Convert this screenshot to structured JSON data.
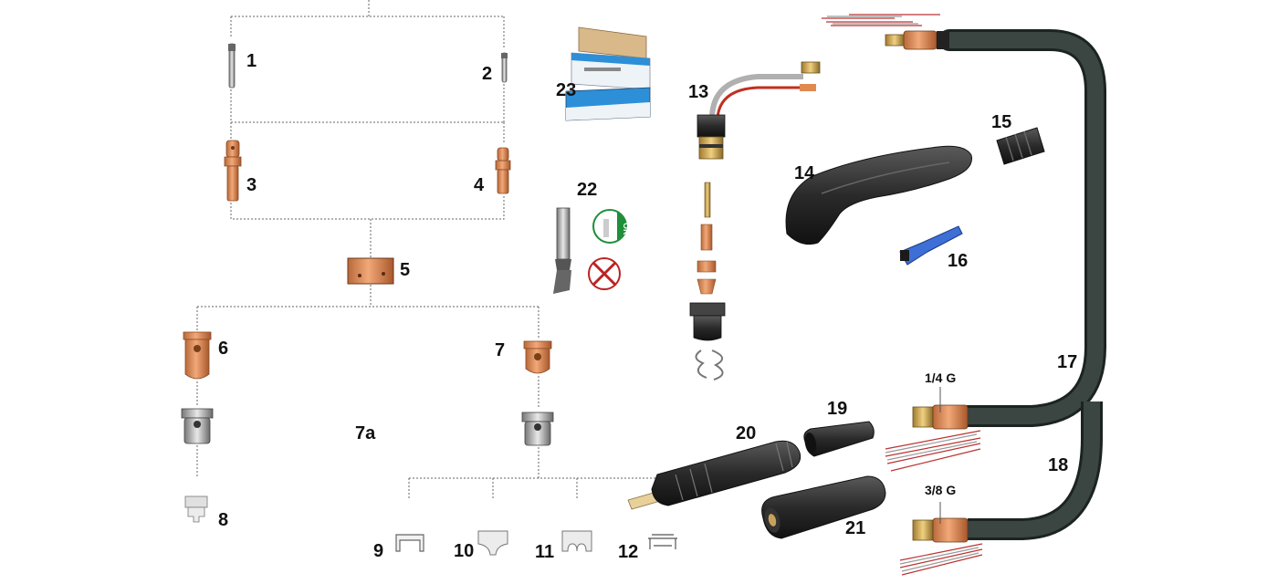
{
  "labels": {
    "p1": "1",
    "p2": "2",
    "p3": "3",
    "p4": "4",
    "p5": "5",
    "p6": "6",
    "p7": "7",
    "p7a": "7a",
    "p8": "8",
    "p9": "9",
    "p10": "10",
    "p11": "11",
    "p12": "12",
    "p13": "13",
    "p14": "14",
    "p15": "15",
    "p16": "16",
    "p17": "17",
    "p18": "18",
    "p19": "19",
    "p20": "20",
    "p21": "21",
    "p22": "22",
    "p23": "23",
    "gauge_14": "1/4 G",
    "gauge_38": "3/8 G"
  },
  "badges": {
    "ok": "OK"
  },
  "colors": {
    "copper": "#d98450",
    "copper_dark": "#a8582c",
    "brass": "#c8a25a",
    "rubber": "#2e2e2e",
    "hose": "#3b4642",
    "steel": "#9a9a9a",
    "blue": "#3d6fd6",
    "box": "#2c8fd8",
    "ok_green": "#1f8f3a",
    "no_red": "#b22"
  }
}
